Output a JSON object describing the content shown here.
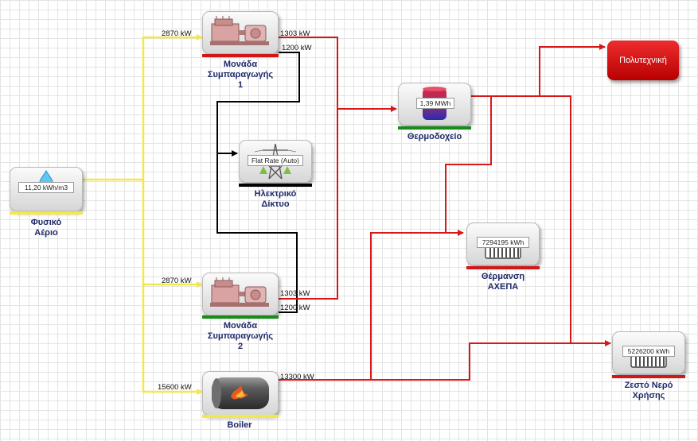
{
  "nodes": {
    "gas": {
      "caption_line1": "Φυσικό",
      "caption_line2": "Αέριο",
      "value": "11,20 kWh/m3",
      "icon": "water-drop-icon"
    },
    "chp1": {
      "caption_line1": "Μονάδα",
      "caption_line2": "Συμπαραγωγής",
      "caption_line3": "1",
      "icon": "engine-generator-icon"
    },
    "grid": {
      "caption_line1": "Ηλεκτρικό",
      "caption_line2": "Δίκτυο",
      "value": "Flat Rate (Auto)",
      "icon": "power-pylon-icon"
    },
    "chp2": {
      "caption_line1": "Μονάδα",
      "caption_line2": "Συμπαραγωγής",
      "caption_line3": "2",
      "icon": "engine-generator-icon"
    },
    "boiler": {
      "caption": "Boiler",
      "icon": "boiler-flame-icon"
    },
    "storage": {
      "caption": "Θερμοδοχείο",
      "value": "1,39 MWh",
      "icon": "storage-tank-icon"
    },
    "heating": {
      "caption_line1": "Θέρμανση",
      "caption_line2": "ΑΧΕΠΑ",
      "value": "7294195 kWh",
      "icon": "radiator-icon"
    },
    "dhw": {
      "caption_line1": "Ζεστό Νερό",
      "caption_line2": "Χρήσης",
      "value": "5226200 kWh",
      "icon": "radiator-icon"
    },
    "poly": {
      "caption": "Πολυτεχνική"
    }
  },
  "flows": {
    "gas_to_chp1": "2870 kW",
    "gas_to_chp2": "2870 kW",
    "gas_to_boiler": "15600 kW",
    "chp1_heat": "1303 kW",
    "chp1_elec": "1200 kW",
    "chp2_heat": "1303 kW",
    "chp2_elec": "1200 kW",
    "boiler_heat": "13300 kW"
  },
  "colors": {
    "gas": "#f2e84a",
    "heat": "#e02020",
    "electric": "#000000",
    "status_green": "#1a8a1a",
    "status_red": "#d01818",
    "caption": "#1f2a6a"
  }
}
